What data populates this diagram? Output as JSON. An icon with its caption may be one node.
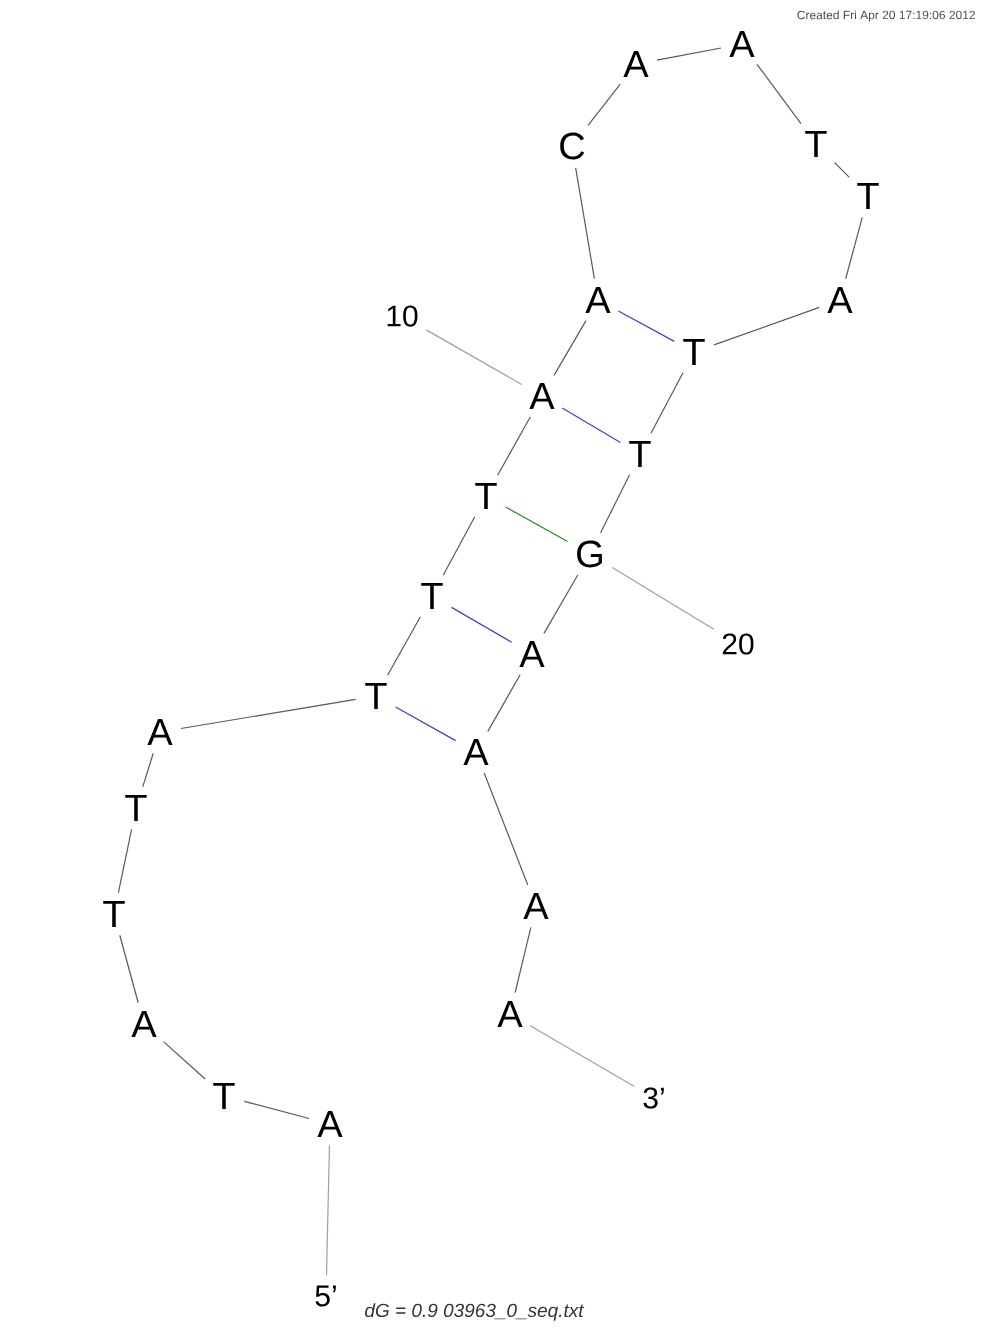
{
  "diagram": {
    "nodes": [
      {
        "text": [
          "A"
        ]
      },
      {
        "text": [
          "T"
        ]
      },
      {
        "text": [
          "A"
        ]
      },
      {
        "text": [
          "T"
        ]
      },
      {
        "text": [
          "T"
        ]
      },
      {
        "text": [
          "A"
        ]
      },
      {
        "text": [
          "T"
        ]
      },
      {
        "text": [
          "T"
        ]
      },
      {
        "text": [
          "T"
        ]
      },
      {
        "text": [
          "A"
        ]
      },
      {
        "text": [
          "A"
        ]
      },
      {
        "text": [
          "C"
        ]
      },
      {
        "text": [
          "A"
        ]
      },
      {
        "text": [
          "A"
        ]
      },
      {
        "text": [
          "T"
        ]
      },
      {
        "text": [
          "T"
        ]
      },
      {
        "text": [
          "A"
        ]
      },
      {
        "text": [
          "T"
        ]
      },
      {
        "text": [
          "T"
        ]
      },
      {
        "text": [
          "G"
        ]
      },
      {
        "text": [
          "A"
        ]
      },
      {
        "text": [
          "A"
        ]
      },
      {
        "text": [
          "A"
        ]
      },
      {
        "text": [
          "A"
        ]
      },
      {
        "text": [
          "5’"
        ]
      },
      {
        "text": [
          "3’"
        ]
      },
      {
        "text": [
          "10"
        ]
      },
      {
        "text": [
          "20"
        ]
      }
    ],
    "edges": [
      {
        "from": 0,
        "to": 24,
        "arrow": "none",
        "color": "#a0a0a0"
      },
      {
        "from": 0,
        "to": 1,
        "arrow": "none"
      },
      {
        "from": 1,
        "to": 2,
        "arrow": "none"
      },
      {
        "from": 2,
        "to": 3,
        "arrow": "none"
      },
      {
        "from": 3,
        "to": 4,
        "arrow": "none"
      },
      {
        "from": 4,
        "to": 5,
        "arrow": "none"
      },
      {
        "from": 5,
        "to": 6,
        "arrow": "none"
      },
      {
        "from": 6,
        "to": 7,
        "arrow": "none"
      },
      {
        "from": 7,
        "to": 8,
        "arrow": "none"
      },
      {
        "from": 8,
        "to": 9,
        "arrow": "none"
      },
      {
        "from": 9,
        "to": 10,
        "arrow": "none"
      },
      {
        "from": 10,
        "to": 11,
        "arrow": "none"
      },
      {
        "from": 11,
        "to": 12,
        "arrow": "none"
      },
      {
        "from": 12,
        "to": 13,
        "arrow": "none"
      },
      {
        "from": 13,
        "to": 14,
        "arrow": "none"
      },
      {
        "from": 14,
        "to": 15,
        "arrow": "none"
      },
      {
        "from": 15,
        "to": 16,
        "arrow": "none"
      },
      {
        "from": 16,
        "to": 17,
        "arrow": "none"
      },
      {
        "from": 17,
        "to": 18,
        "arrow": "none"
      },
      {
        "from": 18,
        "to": 19,
        "arrow": "none"
      },
      {
        "from": 19,
        "to": 20,
        "arrow": "none"
      },
      {
        "from": 20,
        "to": 21,
        "arrow": "none"
      },
      {
        "from": 21,
        "to": 22,
        "arrow": "none"
      },
      {
        "from": 22,
        "to": 23,
        "arrow": "none"
      },
      {
        "from": 23,
        "to": 25,
        "arrow": "none",
        "color": "#a0a0a0"
      },
      {
        "from": 26,
        "to": 9,
        "arrow": "none",
        "color": "#a0a0a0"
      },
      {
        "from": 19,
        "to": 27,
        "arrow": "none",
        "color": "#a0a0a0"
      },
      {
        "from": 10,
        "to": 17,
        "arrow": "none",
        "color": "#4a3cc4"
      },
      {
        "from": 9,
        "to": 18,
        "arrow": "none",
        "color": "#4a3cc4"
      },
      {
        "from": 8,
        "to": 19,
        "arrow": "none",
        "color": "#2a8a2a"
      },
      {
        "from": 7,
        "to": 20,
        "arrow": "none",
        "color": "#4a3cc4"
      },
      {
        "from": 6,
        "to": 21,
        "arrow": "none",
        "color": "#4a3cc4"
      }
    ],
    "labels": [
      "Created Fri Apr 20 17:19:06 2012"
    ],
    "caption": "dG = 0.9 03963_0_seq.txt"
  }
}
